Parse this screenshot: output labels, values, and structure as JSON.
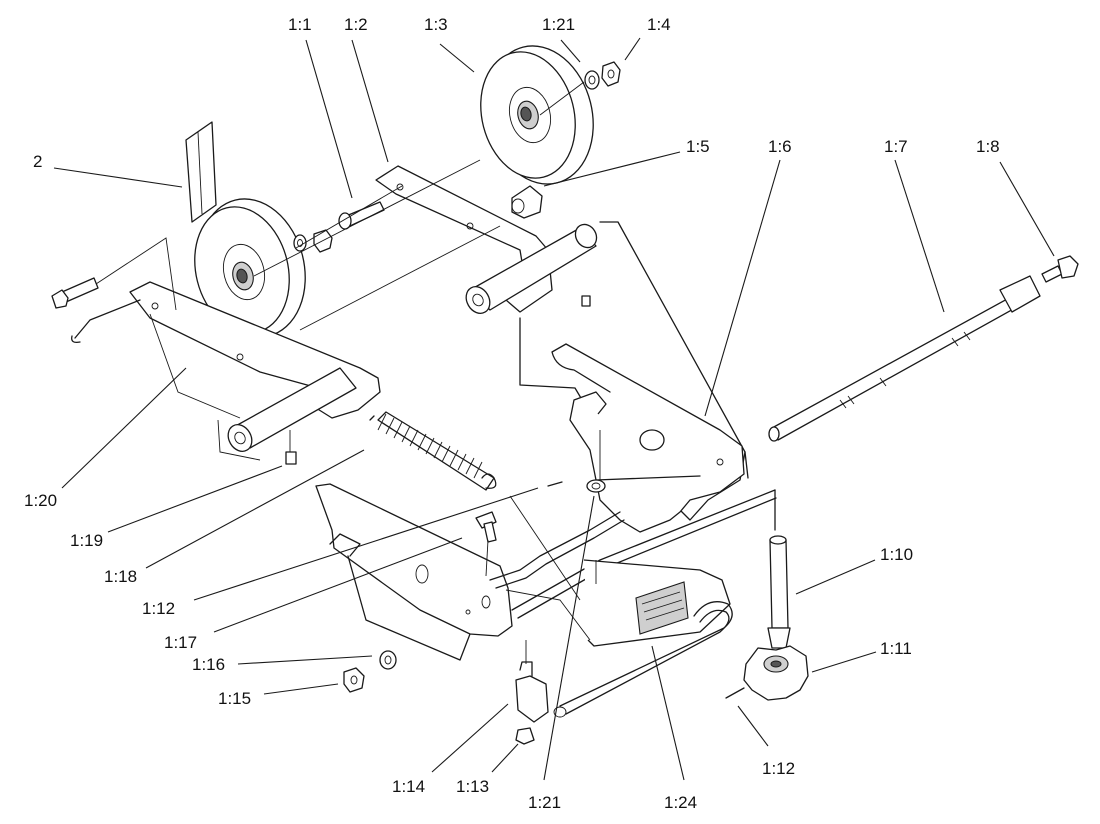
{
  "callouts": [
    {
      "id": "c-2",
      "text": "2"
    },
    {
      "id": "c-1-1",
      "text": "1:1"
    },
    {
      "id": "c-1-2",
      "text": "1:2"
    },
    {
      "id": "c-1-3",
      "text": "1:3"
    },
    {
      "id": "c-1-21-top",
      "text": "1:21"
    },
    {
      "id": "c-1-4",
      "text": "1:4"
    },
    {
      "id": "c-1-5",
      "text": "1:5"
    },
    {
      "id": "c-1-6",
      "text": "1:6"
    },
    {
      "id": "c-1-7",
      "text": "1:7"
    },
    {
      "id": "c-1-8",
      "text": "1:8"
    },
    {
      "id": "c-1-20",
      "text": "1:20"
    },
    {
      "id": "c-1-19",
      "text": "1:19"
    },
    {
      "id": "c-1-18",
      "text": "1:18"
    },
    {
      "id": "c-1-12-left",
      "text": "1:12"
    },
    {
      "id": "c-1-17",
      "text": "1:17"
    },
    {
      "id": "c-1-16",
      "text": "1:16"
    },
    {
      "id": "c-1-15",
      "text": "1:15"
    },
    {
      "id": "c-1-14",
      "text": "1:14"
    },
    {
      "id": "c-1-13",
      "text": "1:13"
    },
    {
      "id": "c-1-21-bottom",
      "text": "1:21"
    },
    {
      "id": "c-1-24",
      "text": "1:24"
    },
    {
      "id": "c-1-10",
      "text": "1:10"
    },
    {
      "id": "c-1-11",
      "text": "1:11"
    },
    {
      "id": "c-1-12-right",
      "text": "1:12"
    }
  ]
}
